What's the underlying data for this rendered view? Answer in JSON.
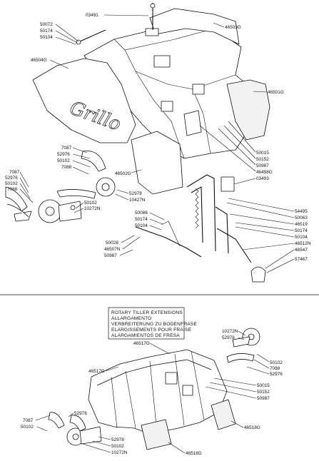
{
  "top_section": {
    "callouts": {
      "p03491": "03491",
      "p46503g": "46503G",
      "p50072": "50072",
      "p50174a": "50174",
      "p50104a": "50104",
      "p46504g": "46504G",
      "p46501g": "46501G",
      "p7087a": "7087",
      "p52976a": "52976",
      "p50102a": "50102",
      "p7088a": "7088",
      "p7087b": "7087",
      "p52976b": "52976",
      "p50102b": "50102",
      "p7088b": "7088",
      "p46502g": "46502G",
      "p52978a": "52978",
      "p10427n": "10427N",
      "p50102c": "50102",
      "p10272na": "10272N",
      "p50015a": "50015",
      "p50152a": "50152",
      "p50987a": "50987",
      "p46498g": "46498G",
      "p03493": "03493",
      "p50086": "50086",
      "p50174b": "50174",
      "p50104b": "50104",
      "p50028": "50028",
      "p46507n": "46507N",
      "p50987b": "50987",
      "p54495": "54495",
      "p50063": "50063",
      "p46519": "46519",
      "p50174c": "50174",
      "p50104c": "50104",
      "p46512n": "46512N",
      "p46547": "46547",
      "p57467": "57467"
    }
  },
  "caption": {
    "line1": "ROTARY TILLER EXTENSIONS",
    "line2": "ALLARGAMENTO",
    "line3": "VERBREITERUNG ZU BODENFRASE",
    "line4": "ELARGISSEMENTS POUR FRAISE",
    "line5": "ALARGAMIENTOS DE FRESA"
  },
  "bottom_section": {
    "callouts": {
      "p10272nb": "10272N",
      "p52978b": "52978",
      "p46517ga": "46517G",
      "p46517gb": "46517G",
      "p50102d": "50102",
      "p7088c": "7088",
      "p52976c": "52976",
      "p50015b": "50015",
      "p50152b": "50152",
      "p50987c": "50987",
      "p46518ga": "46518G",
      "p7087c": "7087",
      "p52976d": "52976",
      "p50102e": "50102",
      "p52978c": "52978",
      "p50102f": "50102",
      "p10272nc": "10272N",
      "p46518gb": "46518G"
    }
  }
}
